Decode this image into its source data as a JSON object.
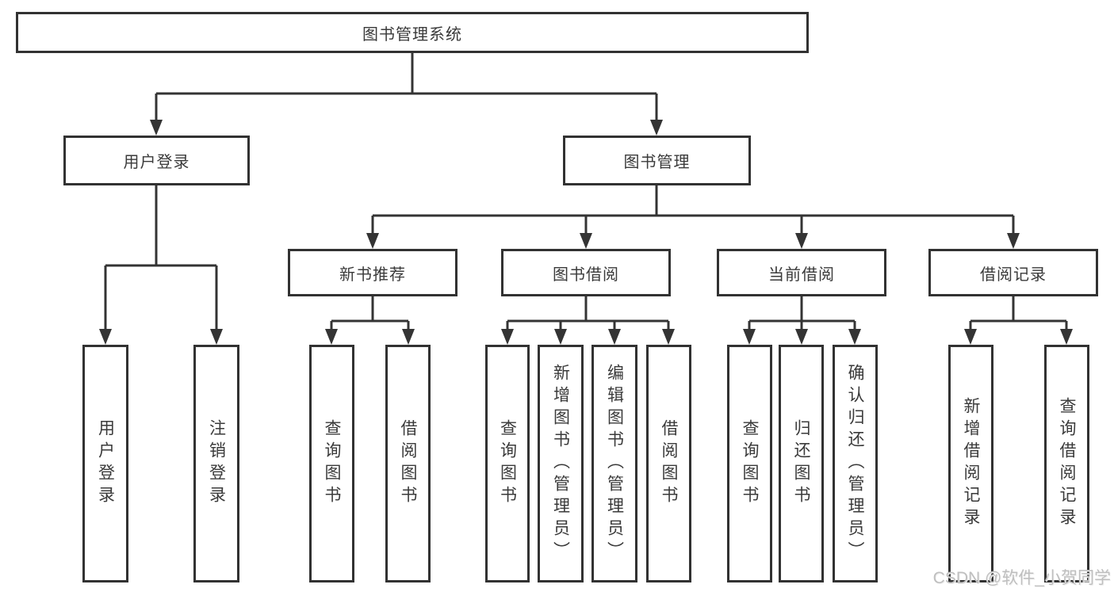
{
  "diagram_title": "图书管理系统",
  "colors": {
    "border": "#323232",
    "connector": "#343434",
    "text": "#3a3a3a",
    "watermark": "#bfbfbf",
    "background": "#ffffff"
  },
  "nodes": {
    "root": {
      "label": "图书管理系统"
    },
    "user_login": {
      "label": "用户登录"
    },
    "book_mgmt": {
      "label": "图书管理"
    },
    "new_book": {
      "label": "新书推荐"
    },
    "book_borrow": {
      "label": "图书借阅"
    },
    "current_borrow": {
      "label": "当前借阅"
    },
    "borrow_record": {
      "label": "借阅记录"
    },
    "leaf_user_login": {
      "label": "用户登录"
    },
    "leaf_logout": {
      "label": "注销登录"
    },
    "leaf_nb_query": {
      "label": "查询图书"
    },
    "leaf_nb_borrow": {
      "label": "借阅图书"
    },
    "leaf_bb_query": {
      "label": "查询图书"
    },
    "leaf_bb_add": {
      "label": "新增图书（管理员）"
    },
    "leaf_bb_edit": {
      "label": "编辑图书（管理员）"
    },
    "leaf_bb_borrow": {
      "label": "借阅图书"
    },
    "leaf_cb_query": {
      "label": "查询图书"
    },
    "leaf_cb_return": {
      "label": "归还图书"
    },
    "leaf_cb_confirm": {
      "label": "确认归还（管理员）"
    },
    "leaf_br_add": {
      "label": "新增借阅记录"
    },
    "leaf_br_query": {
      "label": "查询借阅记录"
    }
  },
  "watermark": {
    "text": "CSDN @软件_小贺同学"
  }
}
